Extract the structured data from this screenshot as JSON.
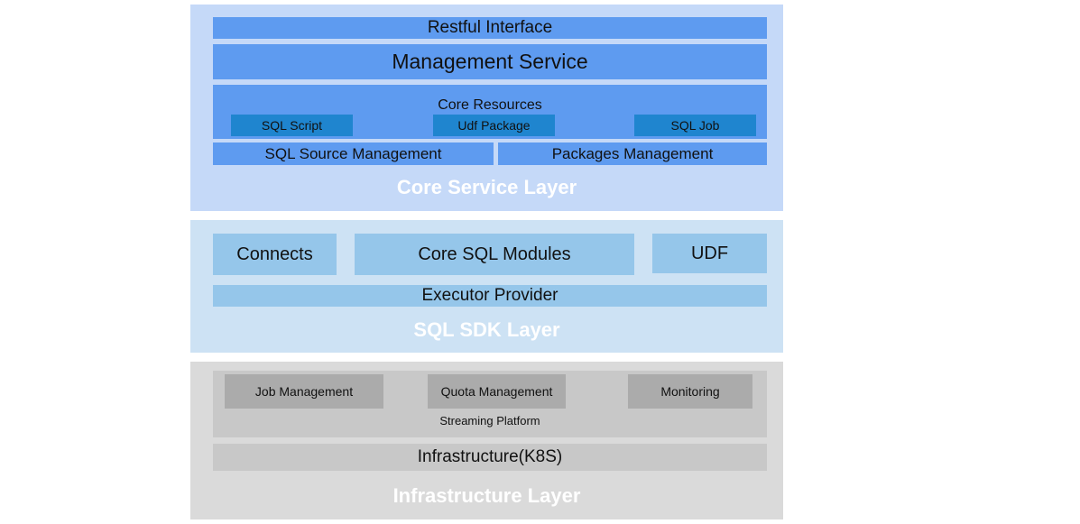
{
  "core_service_layer": {
    "title": "Core Service Layer",
    "restful_interface": "Restful Interface",
    "management_service": "Management Service",
    "core_resources": {
      "label": "Core Resources",
      "items": [
        "SQL Script",
        "Udf Package",
        "SQL Job"
      ]
    },
    "sql_source_management": "SQL Source Management",
    "packages_management": "Packages Management"
  },
  "sql_sdk_layer": {
    "title": "SQL SDK Layer",
    "connects": "Connects",
    "core_sql_modules": "Core SQL Modules",
    "udf": "UDF",
    "executor_provider": "Executor Provider"
  },
  "infrastructure_layer": {
    "title": "Infrastructure Layer",
    "streaming_platform": {
      "label": "Streaming Platform",
      "items": [
        "Job Management",
        "Quota Management",
        "Monitoring"
      ]
    },
    "infrastructure_k8s": "Infrastructure(K8S)"
  },
  "colors": {
    "core_layer_bg": "#c5d9f8",
    "core_box": "#5e9bf0",
    "core_resource_item": "#1f85cf",
    "sdk_layer_bg": "#cde2f4",
    "sdk_box": "#95c6ea",
    "infra_layer_bg": "#dadada",
    "infra_box": "#c8c8c8",
    "infra_item": "#ababab",
    "layer_title": "#ffffff"
  }
}
